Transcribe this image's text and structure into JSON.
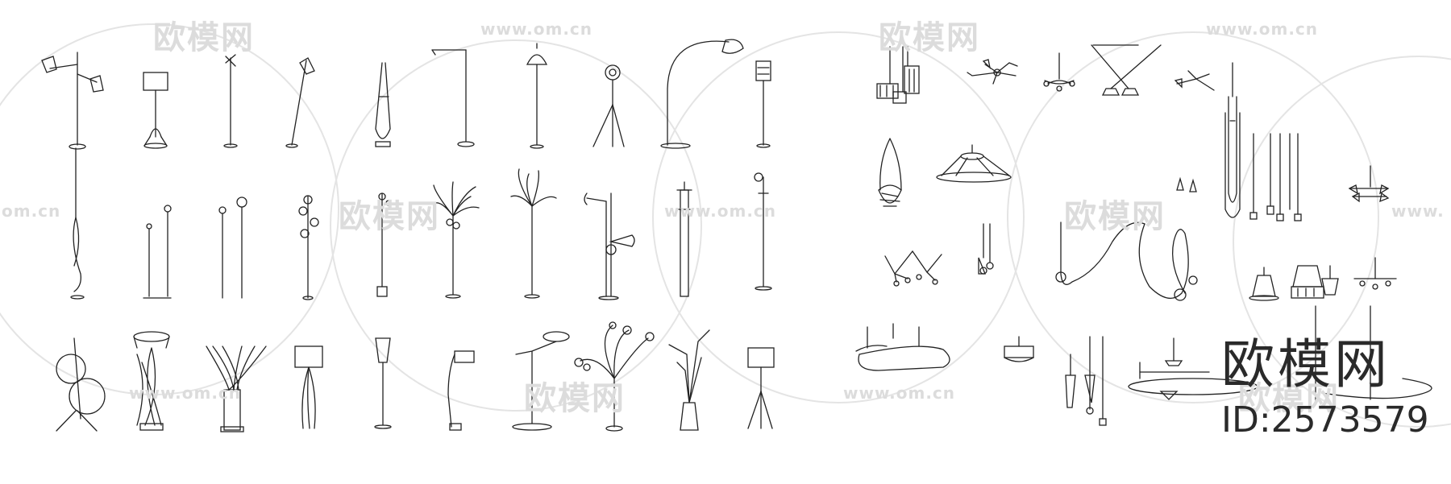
{
  "watermark": {
    "brand_cn": "欧模网",
    "url": "www.om.cn",
    "url_fragment_left": "om.cn",
    "url_fragment_right": "www.",
    "color": "#dcdcdc"
  },
  "brand": {
    "name": "欧模网",
    "id": "ID:2573579",
    "color": "#2a2a2a"
  },
  "line_color": "#222222"
}
